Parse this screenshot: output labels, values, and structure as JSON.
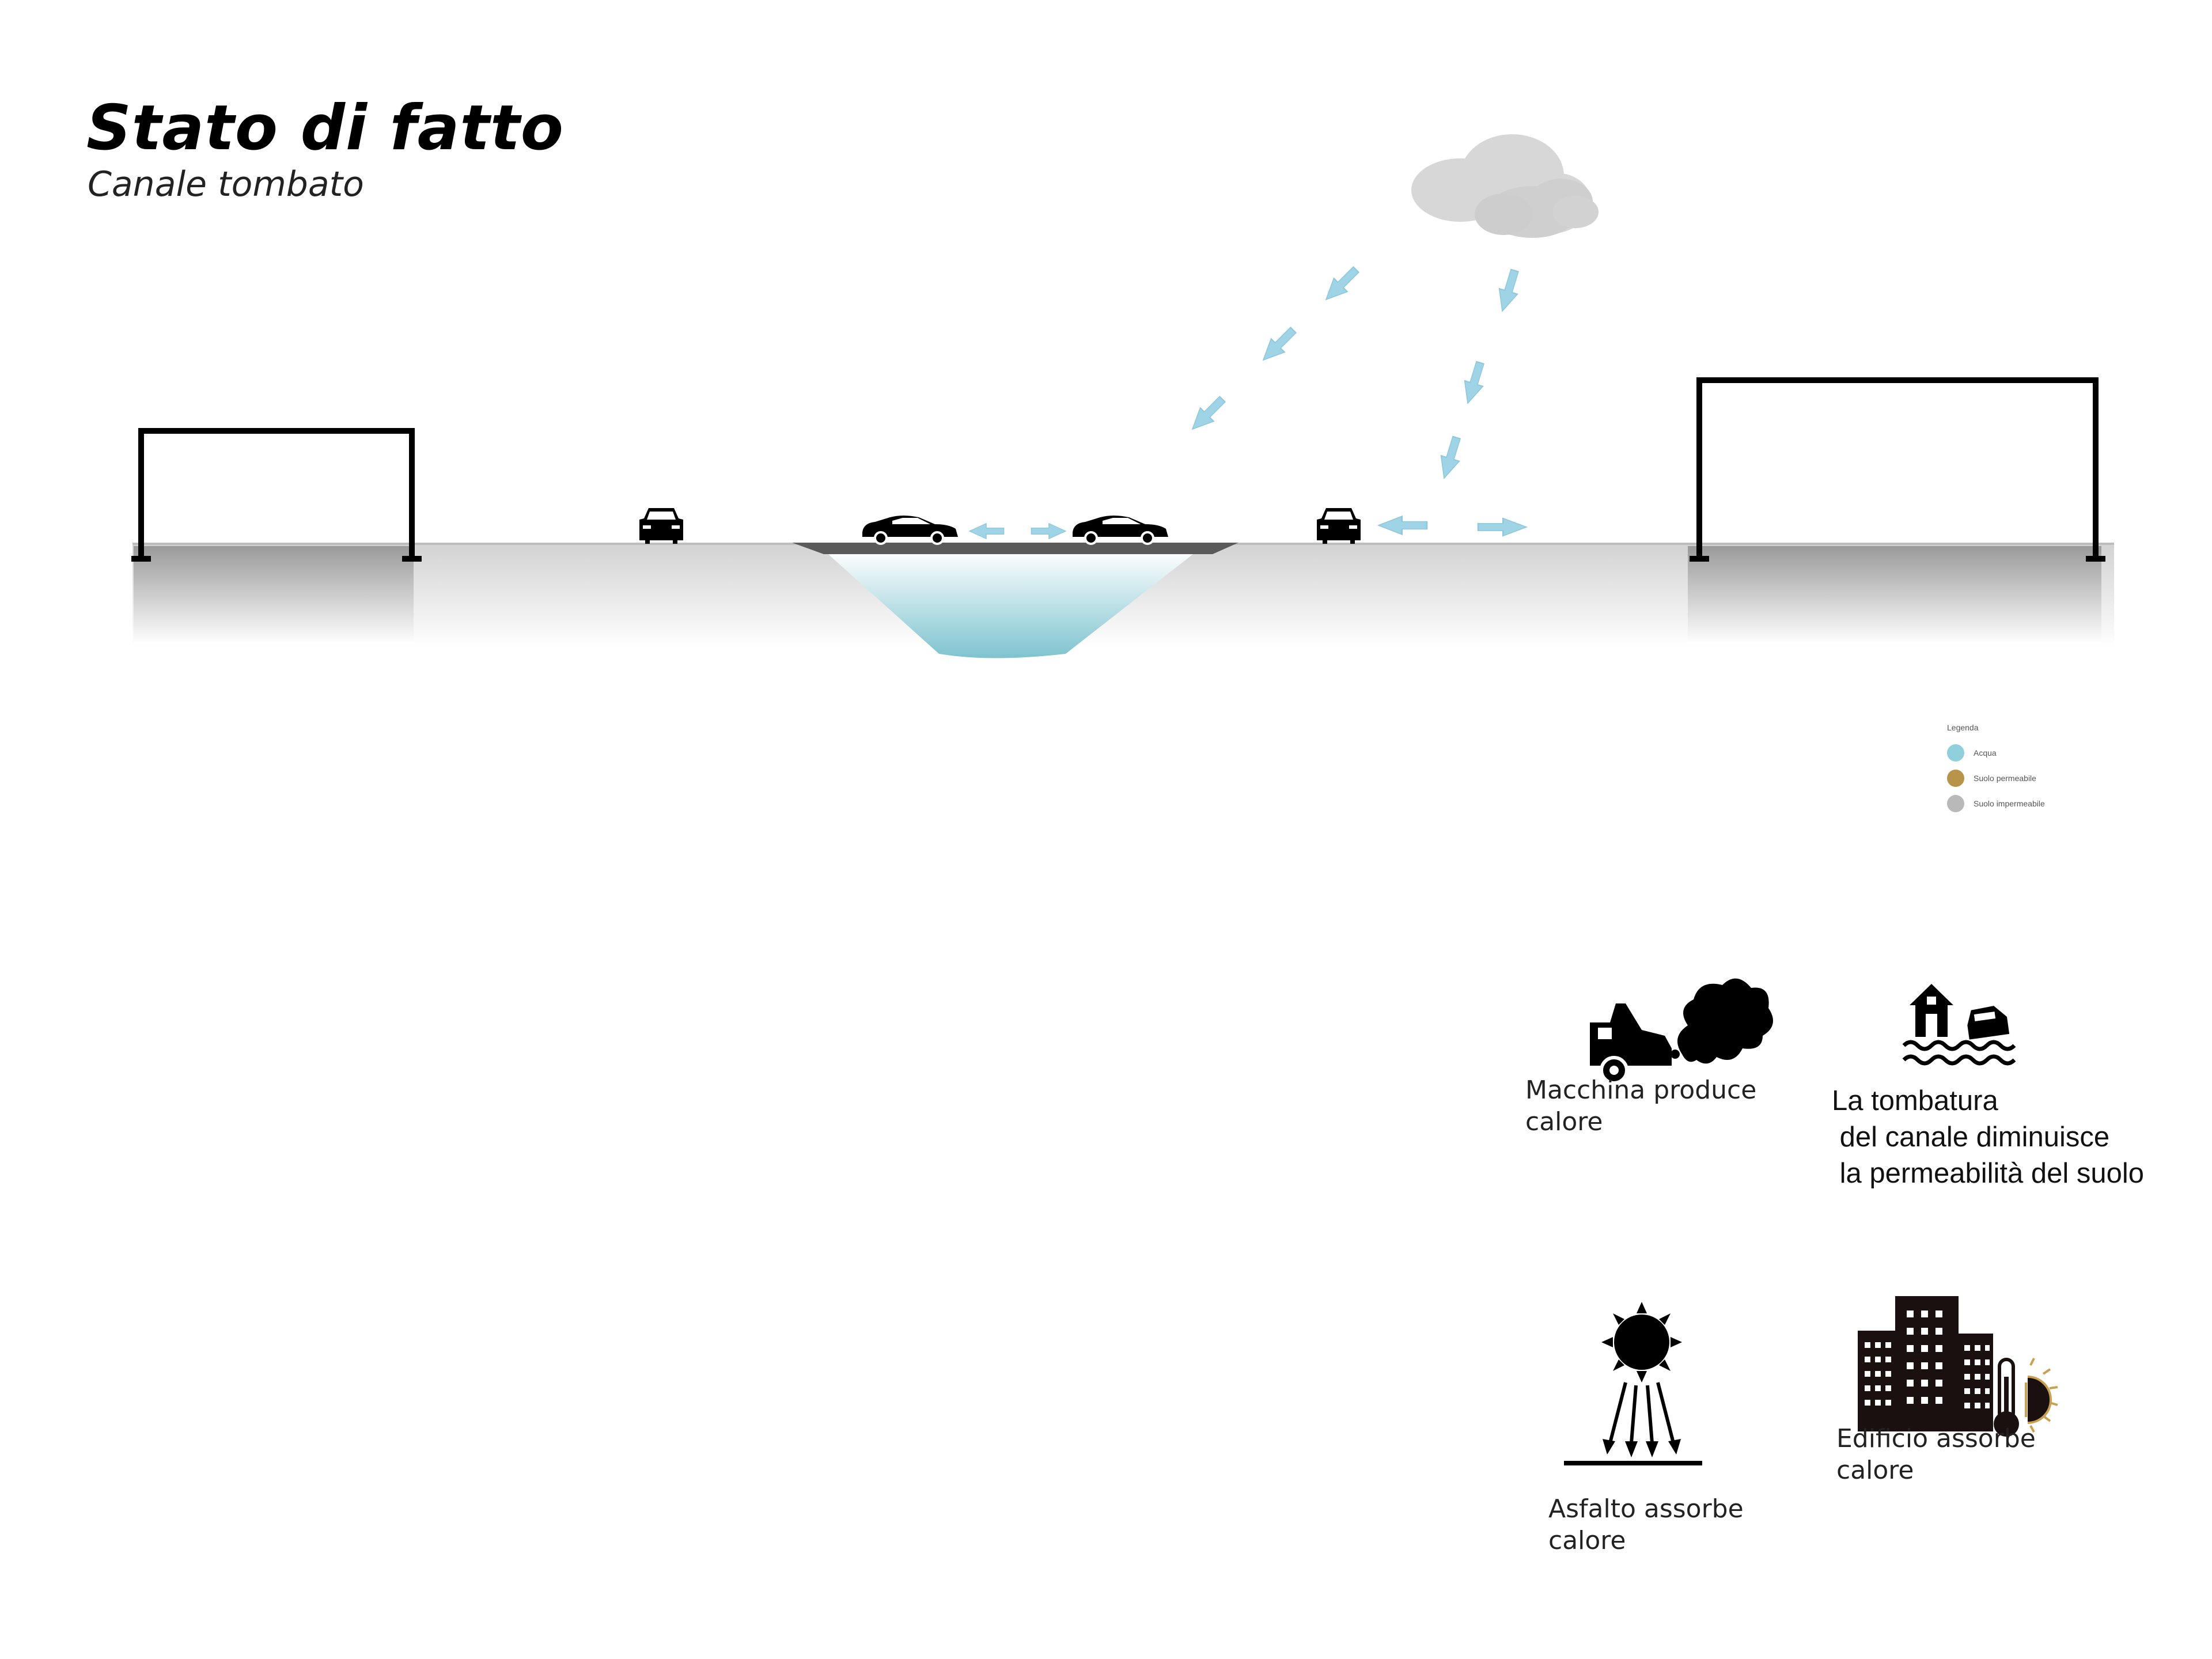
{
  "title": "Stato di fatto",
  "subtitle": "Canale tombato",
  "colors": {
    "water": "#9fd3e6",
    "canal_water": "#7ec3cf",
    "cloud": "#d6d6d6",
    "ground": "#cfcfcf",
    "building_line": "#000000"
  },
  "legend": {
    "title": "Legenda",
    "items": [
      {
        "label": "Acqua",
        "color": "#8fd0dc"
      },
      {
        "label": "Suolo permeabile",
        "color": "#b8944a"
      },
      {
        "label": "Suolo impermeabile",
        "color": "#b9b9b9"
      }
    ]
  },
  "icons": {
    "car_heat": {
      "icon": "car-smoke-icon",
      "caption": "Macchina produce\ncalore"
    },
    "flood": {
      "icon": "house-flood-icon",
      "caption": "La tombatura\n del canale diminuisce\n la permeabilità del suolo"
    },
    "asphalt": {
      "icon": "sun-rays-icon",
      "caption": "Asfalto assorbe\ncalore"
    },
    "building": {
      "icon": "buildings-thermometer-icon",
      "caption": "Edificio assorbe\ncalore"
    }
  }
}
